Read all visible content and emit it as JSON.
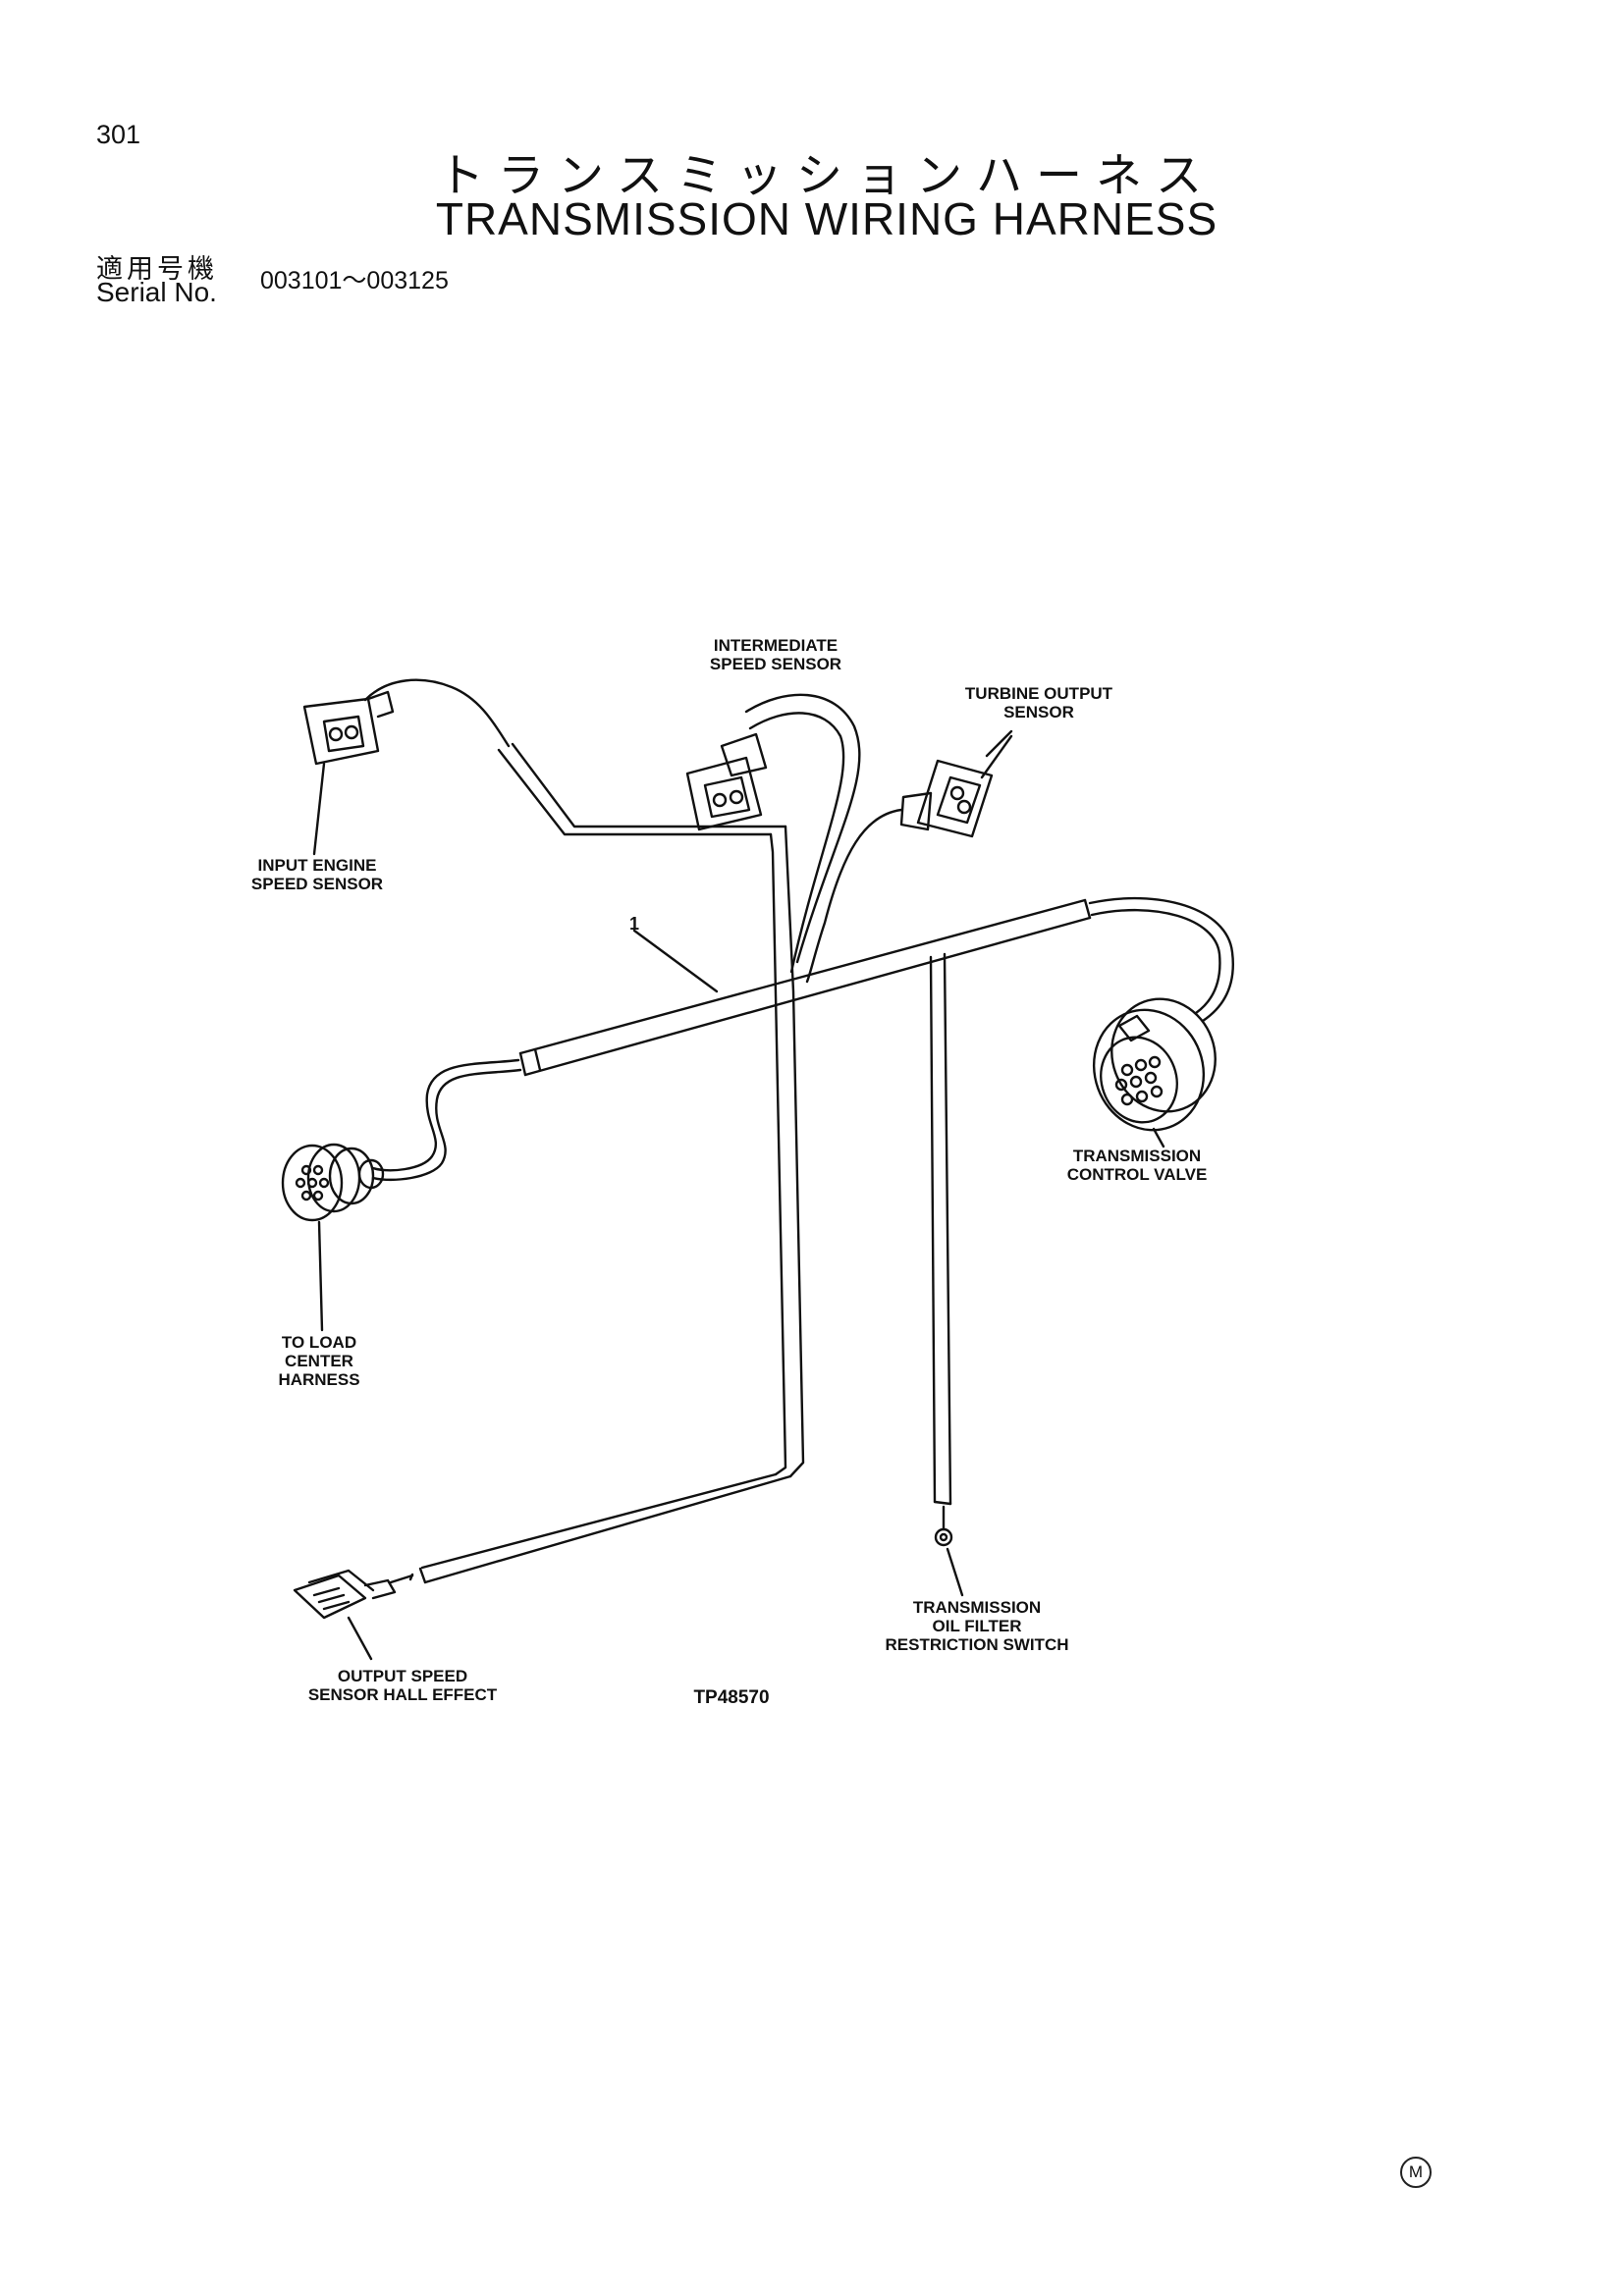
{
  "page_number": "301",
  "title_jp": "トランスミッションハーネス",
  "title_en": "TRANSMISSION WIRING HARNESS",
  "serial": {
    "label_jp": "適用号機",
    "label_en": "Serial No.",
    "range": "003101～003125"
  },
  "labels": {
    "intermediate_speed_sensor": "INTERMEDIATE\nSPEED SENSOR",
    "turbine_output_sensor": "TURBINE OUTPUT\nSENSOR",
    "input_engine_speed_sensor": "INPUT ENGINE\nSPEED SENSOR",
    "part_callout": "1",
    "transmission_control_valve": "TRANSMISSION\nCONTROL VALVE",
    "to_load_center_harness": "TO LOAD\nCENTER\nHARNESS",
    "transmission_oil_filter_switch": "TRANSMISSION\nOIL FILTER\nRESTRICTION SWITCH",
    "output_speed_sensor": "OUTPUT SPEED\nSENSOR HALL EFFECT",
    "figure_code": "TP48570"
  },
  "corner_mark": "M"
}
